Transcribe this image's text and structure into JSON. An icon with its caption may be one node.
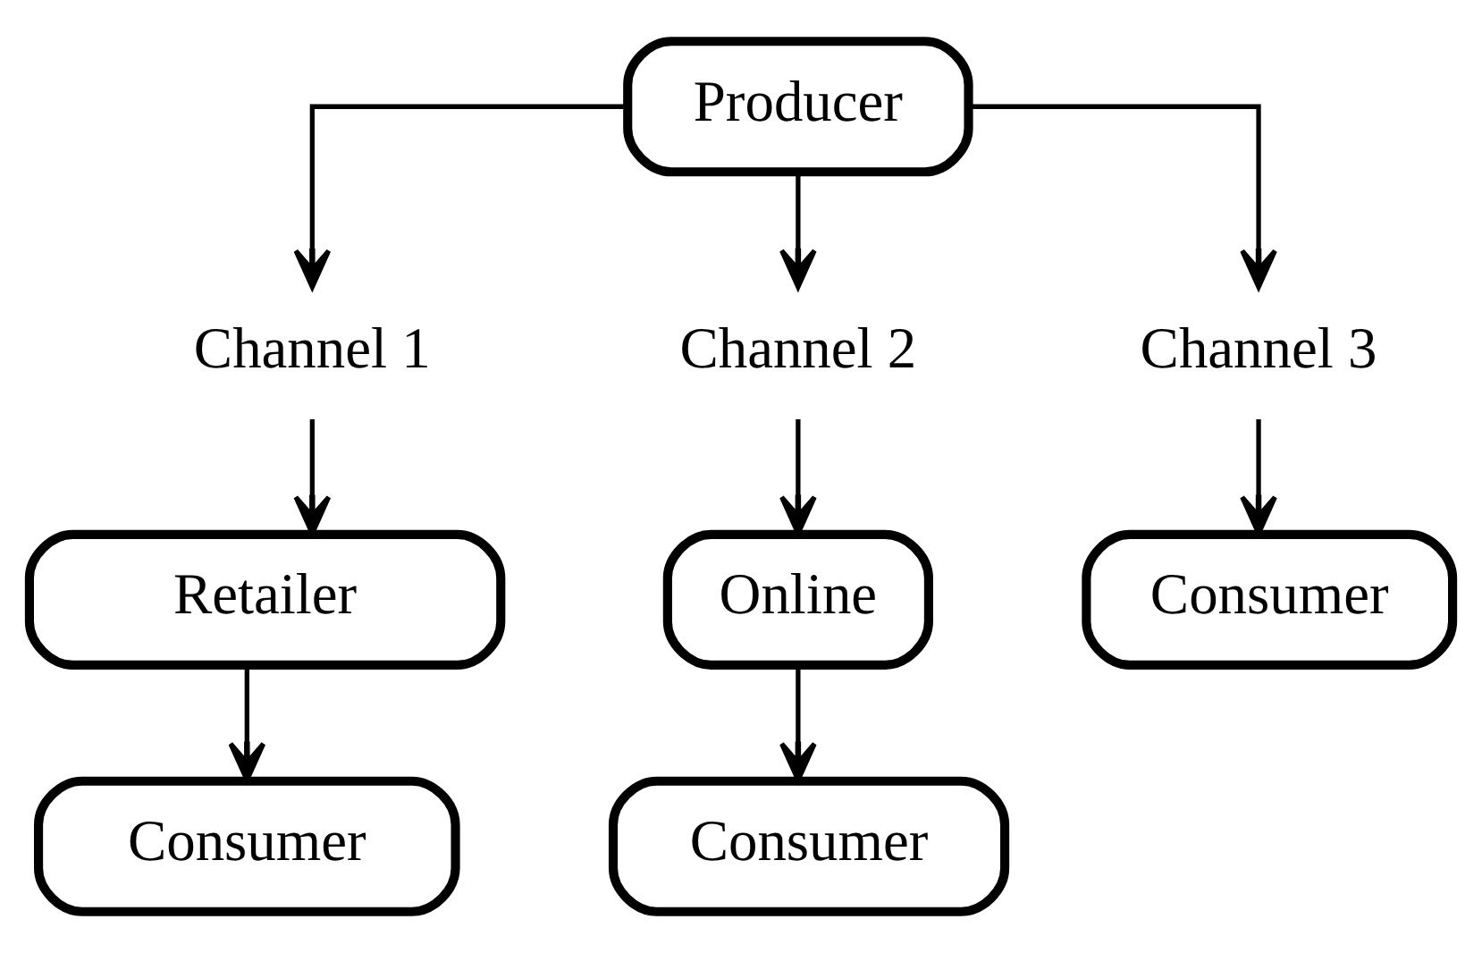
{
  "diagram": {
    "nodes": [
      {
        "text": [
          "Producer"
        ]
      },
      {
        "text": [
          "Channel 1"
        ]
      },
      {
        "text": [
          "Channel 2"
        ]
      },
      {
        "text": [
          "Channel 3"
        ]
      },
      {
        "text": [
          "Retailer"
        ]
      },
      {
        "text": [
          "Online"
        ]
      },
      {
        "text": [
          "Consumer"
        ]
      },
      {
        "text": [
          "Consumer"
        ]
      },
      {
        "text": [
          "Consumer"
        ]
      }
    ],
    "edges": [
      {
        "from": 0,
        "to": 1,
        "arrow": "to"
      },
      {
        "from": 0,
        "to": 2,
        "arrow": "to"
      },
      {
        "from": 0,
        "to": 3,
        "arrow": "to"
      },
      {
        "from": 1,
        "to": 4,
        "arrow": "to"
      },
      {
        "from": 2,
        "to": 5,
        "arrow": "to"
      },
      {
        "from": 3,
        "to": 6,
        "arrow": "to"
      },
      {
        "from": 4,
        "to": 7,
        "arrow": "to"
      },
      {
        "from": 5,
        "to": 8,
        "arrow": "to"
      }
    ]
  }
}
